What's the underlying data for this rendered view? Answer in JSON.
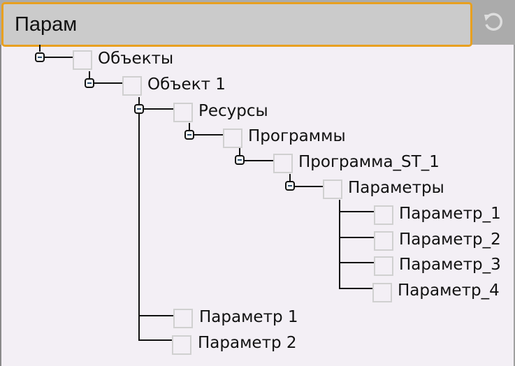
{
  "search": {
    "value": "Парам",
    "reset_icon": "reset-icon"
  },
  "tree": {
    "root": {
      "label": "Объекты",
      "expanded": true
    },
    "object1": {
      "label": "Объект 1",
      "expanded": true
    },
    "resources": {
      "label": "Ресурсы",
      "expanded": true
    },
    "programs": {
      "label": "Программы",
      "expanded": true
    },
    "program_st1": {
      "label": "Программа_ST_1",
      "expanded": true
    },
    "parameters": {
      "label": "Параметры",
      "expanded": true
    },
    "param_items": [
      {
        "label": "Параметр_1"
      },
      {
        "label": "Параметр_2"
      },
      {
        "label": "Параметр_3"
      },
      {
        "label": "Параметр_4"
      }
    ],
    "object_params": [
      {
        "label": "Параметр 1"
      },
      {
        "label": "Параметр 2"
      }
    ]
  },
  "colors": {
    "accent": "#e8a020",
    "background": "#f3eff5",
    "search_bg": "#cbcbcb",
    "header_bg": "#ababab"
  }
}
